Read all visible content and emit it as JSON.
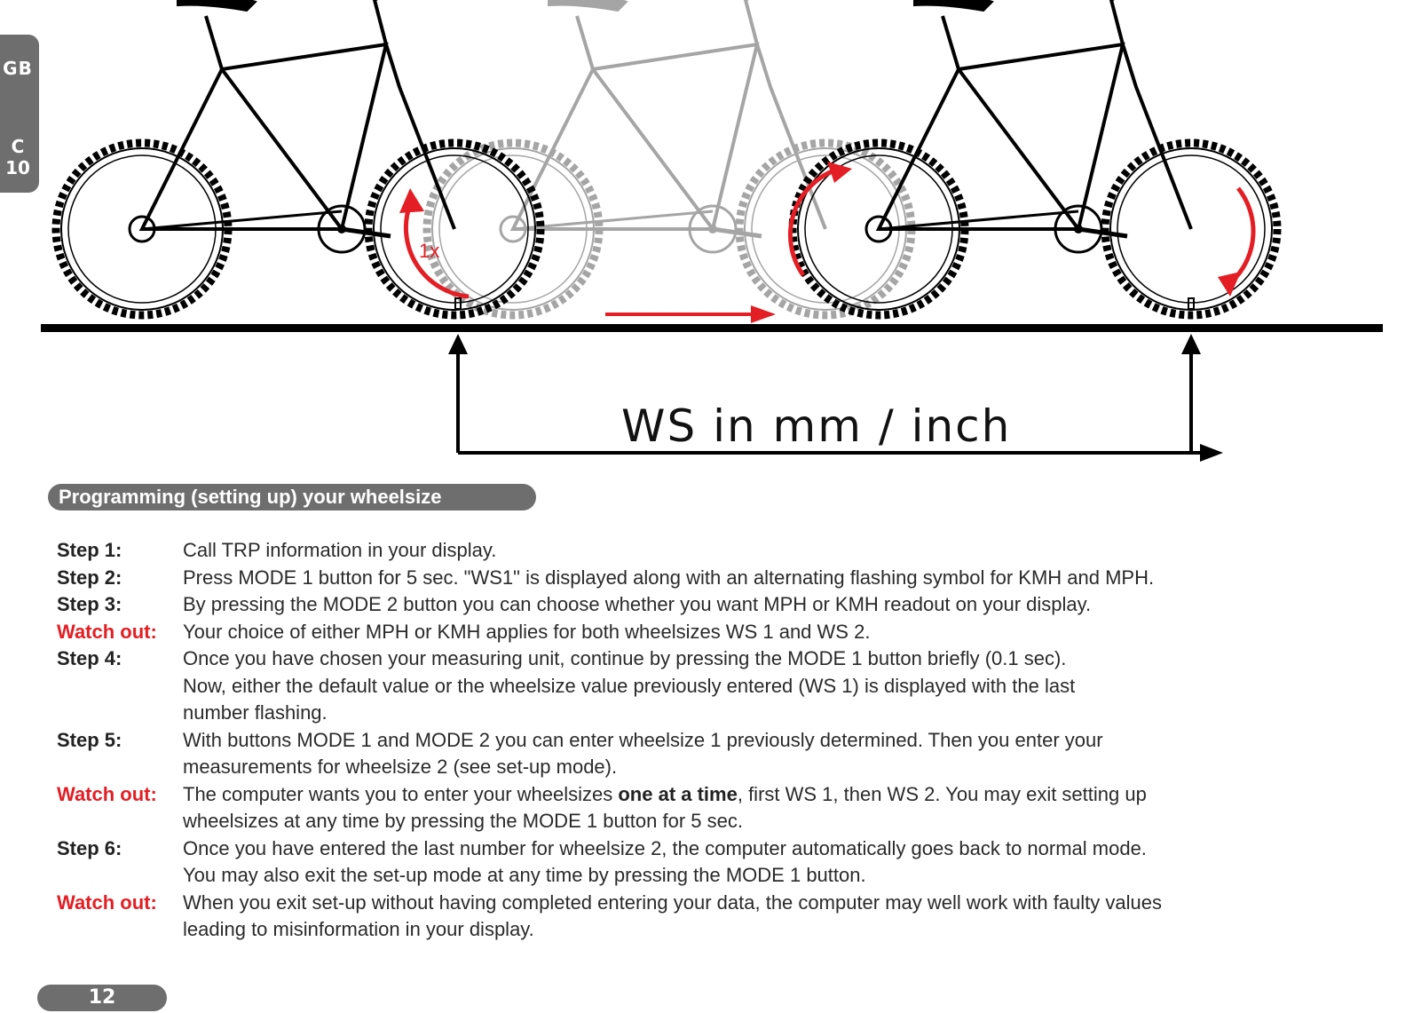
{
  "side_tab": {
    "lang": "GB",
    "line1": "C",
    "line2": "10"
  },
  "figure": {
    "rotation_label": "1x",
    "measure_label": "WS in mm / inch",
    "accent_color": "#e31e24",
    "icons": [
      "bicycle-icon",
      "rotation-arrow-icon",
      "direction-arrow-icon",
      "valve-marker-icon",
      "measure-arrow-icon"
    ]
  },
  "section": {
    "title": "Programming (setting up) your wheelsize"
  },
  "steps": [
    {
      "label": "Step 1:",
      "kind": "step",
      "lines": [
        "Call TRP information in your display."
      ]
    },
    {
      "label": "Step 2:",
      "kind": "step",
      "lines": [
        "Press MODE 1 button for 5 sec. \"WS1\" is displayed along with an alternating flashing symbol for KMH and MPH."
      ]
    },
    {
      "label": "Step 3:",
      "kind": "step",
      "lines": [
        "By pressing the MODE 2 button you can choose whether you want MPH or KMH readout on your display."
      ]
    },
    {
      "label": "Watch out:",
      "kind": "warn",
      "lines": [
        "Your choice of either MPH or KMH applies for both wheelsizes WS 1 and WS 2."
      ]
    },
    {
      "label": "Step 4:",
      "kind": "step",
      "lines": [
        "Once you have chosen your measuring unit, continue by pressing the MODE 1 button briefly (0.1 sec).",
        "Now, either the default value or the wheelsize value previously entered (WS 1) is displayed with the last",
        "number flashing."
      ]
    },
    {
      "label": "Step 5:",
      "kind": "step",
      "lines": [
        "With buttons MODE 1 and MODE 2 you can enter wheelsize 1 previously determined. Then you enter your",
        "measurements for wheelsize 2 (see set-up mode)."
      ]
    },
    {
      "label": "Watch out:",
      "kind": "warn",
      "line1_pre": "The computer wants you to enter your wheelsizes ",
      "line1_bold": "one at a time",
      "line1_post": ", first WS 1, then WS 2. You may exit setting up",
      "line2": "wheelsizes at any time by pressing the MODE 1 button for 5 sec."
    },
    {
      "label": "Step 6:",
      "kind": "step",
      "lines": [
        "Once you have entered the last number for wheelsize 2, the computer automatically goes back to normal mode.",
        "You may also exit the set-up mode at any time by pressing the MODE 1 button."
      ]
    },
    {
      "label": "Watch out:",
      "kind": "warn",
      "lines": [
        "When you exit set-up without having completed entering your data, the computer may well work with faulty values",
        "leading to misinformation in your display."
      ]
    }
  ],
  "page_number": "12"
}
